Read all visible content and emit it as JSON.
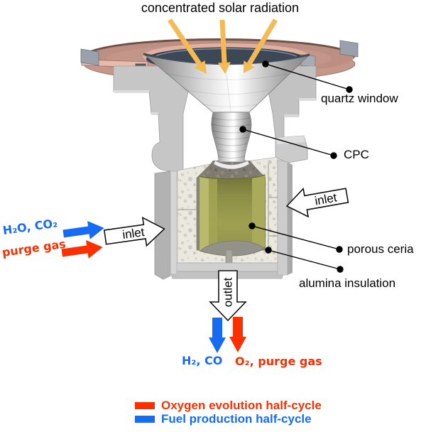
{
  "figure": {
    "title": "concentrated solar radiation",
    "callouts": {
      "quartz_window": "quartz window",
      "cpc": "CPC",
      "porous_ceria": "porous ceria",
      "alumina_insulation": "alumina insulation"
    },
    "flow": {
      "inlet_left": "inlet",
      "inlet_right": "inlet",
      "outlet": "outlet"
    },
    "streams": {
      "fuel_in": "H₂O, CO₂",
      "purge_in": "purge gas",
      "fuel_out": "H₂, CO",
      "oxygen_out": "O₂, purge gas"
    },
    "legend": [
      {
        "label": "Oxygen evolution half-cycle",
        "color": "#fa3000"
      },
      {
        "label": "Fuel production half-cycle",
        "color": "#176bf3"
      }
    ],
    "colors": {
      "fuel_blue": "#176bf3",
      "purge_red": "#fa3000",
      "solar_yellow": "#f3ba55",
      "copper_flange": "#bd8e82",
      "ceria_olive": "#a2a354",
      "insulation_white": "#ebe8e0",
      "housing_gray": "#c6c6c6"
    }
  }
}
